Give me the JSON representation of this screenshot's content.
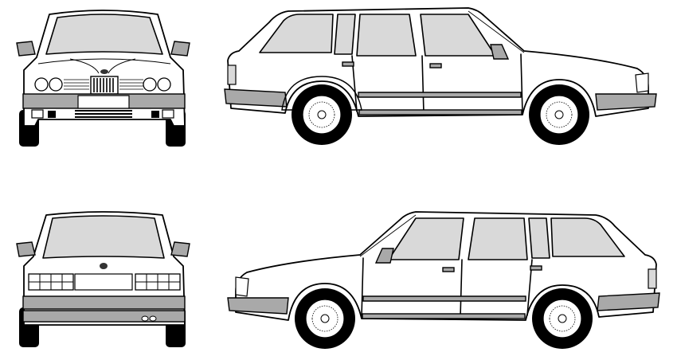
{
  "views": [
    {
      "id": "front",
      "name": "front-view"
    },
    {
      "id": "side_right",
      "name": "right-side-view"
    },
    {
      "id": "rear",
      "name": "rear-view"
    },
    {
      "id": "side_left",
      "name": "left-side-view"
    }
  ],
  "colors": {
    "background": "#ffffff",
    "outline": "#000000",
    "glass": "#d9d9d9",
    "trim": "#a9a9a9",
    "tyre": "#000000"
  },
  "style": "line-art blueprint of a station wagon, four orthographic views"
}
